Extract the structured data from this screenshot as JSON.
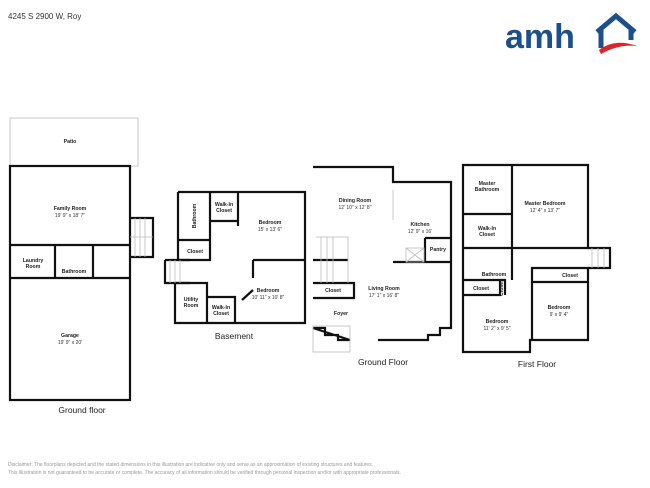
{
  "header": {
    "address": "4245 S 2900 W, Roy",
    "logo_text": "amh",
    "logo_colors": {
      "blue": "#1d4f8a",
      "red": "#d7262e"
    }
  },
  "plans": {
    "ground_floor_lower": {
      "caption": "Ground floor",
      "patio": "Patio",
      "family_room": "Family Room",
      "family_room_dim": "19' 9\" x 18' 7\"",
      "laundry_1": "Laundry",
      "laundry_2": "Room",
      "bathroom": "Bathroom",
      "garage": "Garage",
      "garage_dim": "19' 9\" x 20'"
    },
    "basement": {
      "caption": "Basement",
      "bathroom": "Bathroom",
      "walkin_1": "Walk-In",
      "walkin_2": "Closet",
      "closet": "Closet",
      "bedroom1": "Bedroom",
      "bedroom1_dim": "15' x 13' 6\"",
      "bedroom2": "Bedroom",
      "bedroom2_dim": "10' 11\" x 10' 8\"",
      "utility_1": "Utility",
      "utility_2": "Room",
      "walkin2_1": "Walk-In",
      "walkin2_2": "Closet"
    },
    "ground_floor": {
      "caption": "Ground Floor",
      "dining": "Dining Room",
      "dining_dim": "12' 10\" x 12' 8\"",
      "kitchen": "Kitchen",
      "kitchen_dim": "12' 9\" x 16'",
      "pantry": "Pantry",
      "living": "Living Room",
      "living_dim": "17' 1\" x 16' 8\"",
      "closet": "Closet",
      "foyer": "Foyer"
    },
    "first_floor": {
      "caption": "First Floor",
      "master_bath_1": "Master",
      "master_bath_2": "Bathroom",
      "master_bed": "Master Bedroom",
      "master_bed_dim": "12' 4\" x 13' 7\"",
      "walkin_1": "Walk-In",
      "walkin_2": "Closet",
      "bathroom": "Bathroom",
      "closet1": "Closet",
      "closet2": "Closet",
      "closet3": "Closet",
      "bedroom1": "Bedroom",
      "bedroom1_dim": "11' 2\" x 9' 5\"",
      "bedroom2": "Bedroom",
      "bedroom2_dim": "9' x 9' 4\""
    }
  },
  "footer": {
    "line1": "Disclaimer: The floorplans depicted and the stated dimensions in this illustration are indicative only and serve as an approximation of existing structures and features.",
    "line2": "This illustration is not guaranteed to be accurate or complete. The accuracy of all information should be verified through personal inspection and/or with appropriate professionals."
  }
}
